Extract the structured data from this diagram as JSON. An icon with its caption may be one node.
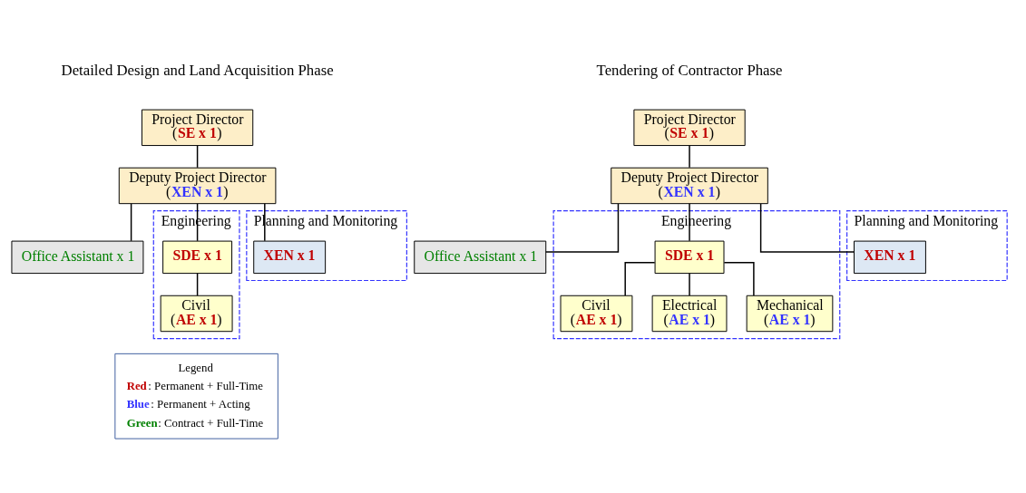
{
  "diagram": {
    "nodes": [
      {
        "text": [
          "Project Director (**SE x 1**)"
        ]
      },
      {
        "text": [
          "Deputy Project Director (**XEN x 1**)"
        ]
      },
      {
        "text": [
          "Office Assistant x 1"
        ]
      },
      {
        "text": [
          "Engineering"
        ]
      },
      {
        "text": [
          "SDE x 1"
        ],
        "in": 3
      },
      {
        "text": [
          "Civil (**AE x 1**)"
        ],
        "in": 3
      },
      {
        "text": [
          "Planning and Monitoring"
        ]
      },
      {
        "text": [
          "XEN x 1"
        ],
        "in": 6
      },
      {
        "text": [
          "Project Director (**SE x 1**)"
        ]
      },
      {
        "text": [
          "Deputy Project Director (**XEN x 1**)"
        ]
      },
      {
        "text": [
          "Office Assistant x 1"
        ]
      },
      {
        "text": [
          "Engineering"
        ]
      },
      {
        "text": [
          "SDE x 1"
        ],
        "in": 11
      },
      {
        "text": [
          "Civil (**AE x 1**)"
        ],
        "in": 11
      },
      {
        "text": [
          "Electrical (**AE x 1**)"
        ],
        "in": 11
      },
      {
        "text": [
          "Mechanical (**AE x 1**)"
        ],
        "in": 11
      },
      {
        "text": [
          "Planning and Monitoring"
        ]
      },
      {
        "text": [
          "XEN x 1"
        ],
        "in": 16
      },
      {
        "text": [
          "Legend"
        ]
      }
    ],
    "edges": [
      {
        "from": 0,
        "to": 1,
        "arrow": "none"
      },
      {
        "from": 1,
        "to": 2,
        "arrow": "none"
      },
      {
        "from": 1,
        "to": 4,
        "arrow": "none"
      },
      {
        "from": 1,
        "to": 7,
        "arrow": "none"
      },
      {
        "from": 4,
        "to": 5,
        "arrow": "none"
      },
      {
        "from": 8,
        "to": 9,
        "arrow": "none"
      },
      {
        "from": 9,
        "to": 10,
        "arrow": "none"
      },
      {
        "from": 9,
        "to": 12,
        "arrow": "none"
      },
      {
        "from": 9,
        "to": 17,
        "arrow": "none"
      },
      {
        "from": 12,
        "to": 13,
        "arrow": "none"
      },
      {
        "from": 12,
        "to": 14,
        "arrow": "none"
      },
      {
        "from": 12,
        "to": 15,
        "arrow": "none"
      }
    ],
    "labels": [
      "Detailed Design and Land Acquisition Phase",
      "Tendering of Contractor Phase"
    ],
    "legend": [
      {
        "text": "**Red**: Permanent + Full-Time",
        "color": "#c00000"
      },
      {
        "text": "**Blue**: Permanent + Acting",
        "color": "#3333ff"
      },
      {
        "text": "**Green**: Contract + Full-Time",
        "color": "#008000"
      }
    ]
  }
}
